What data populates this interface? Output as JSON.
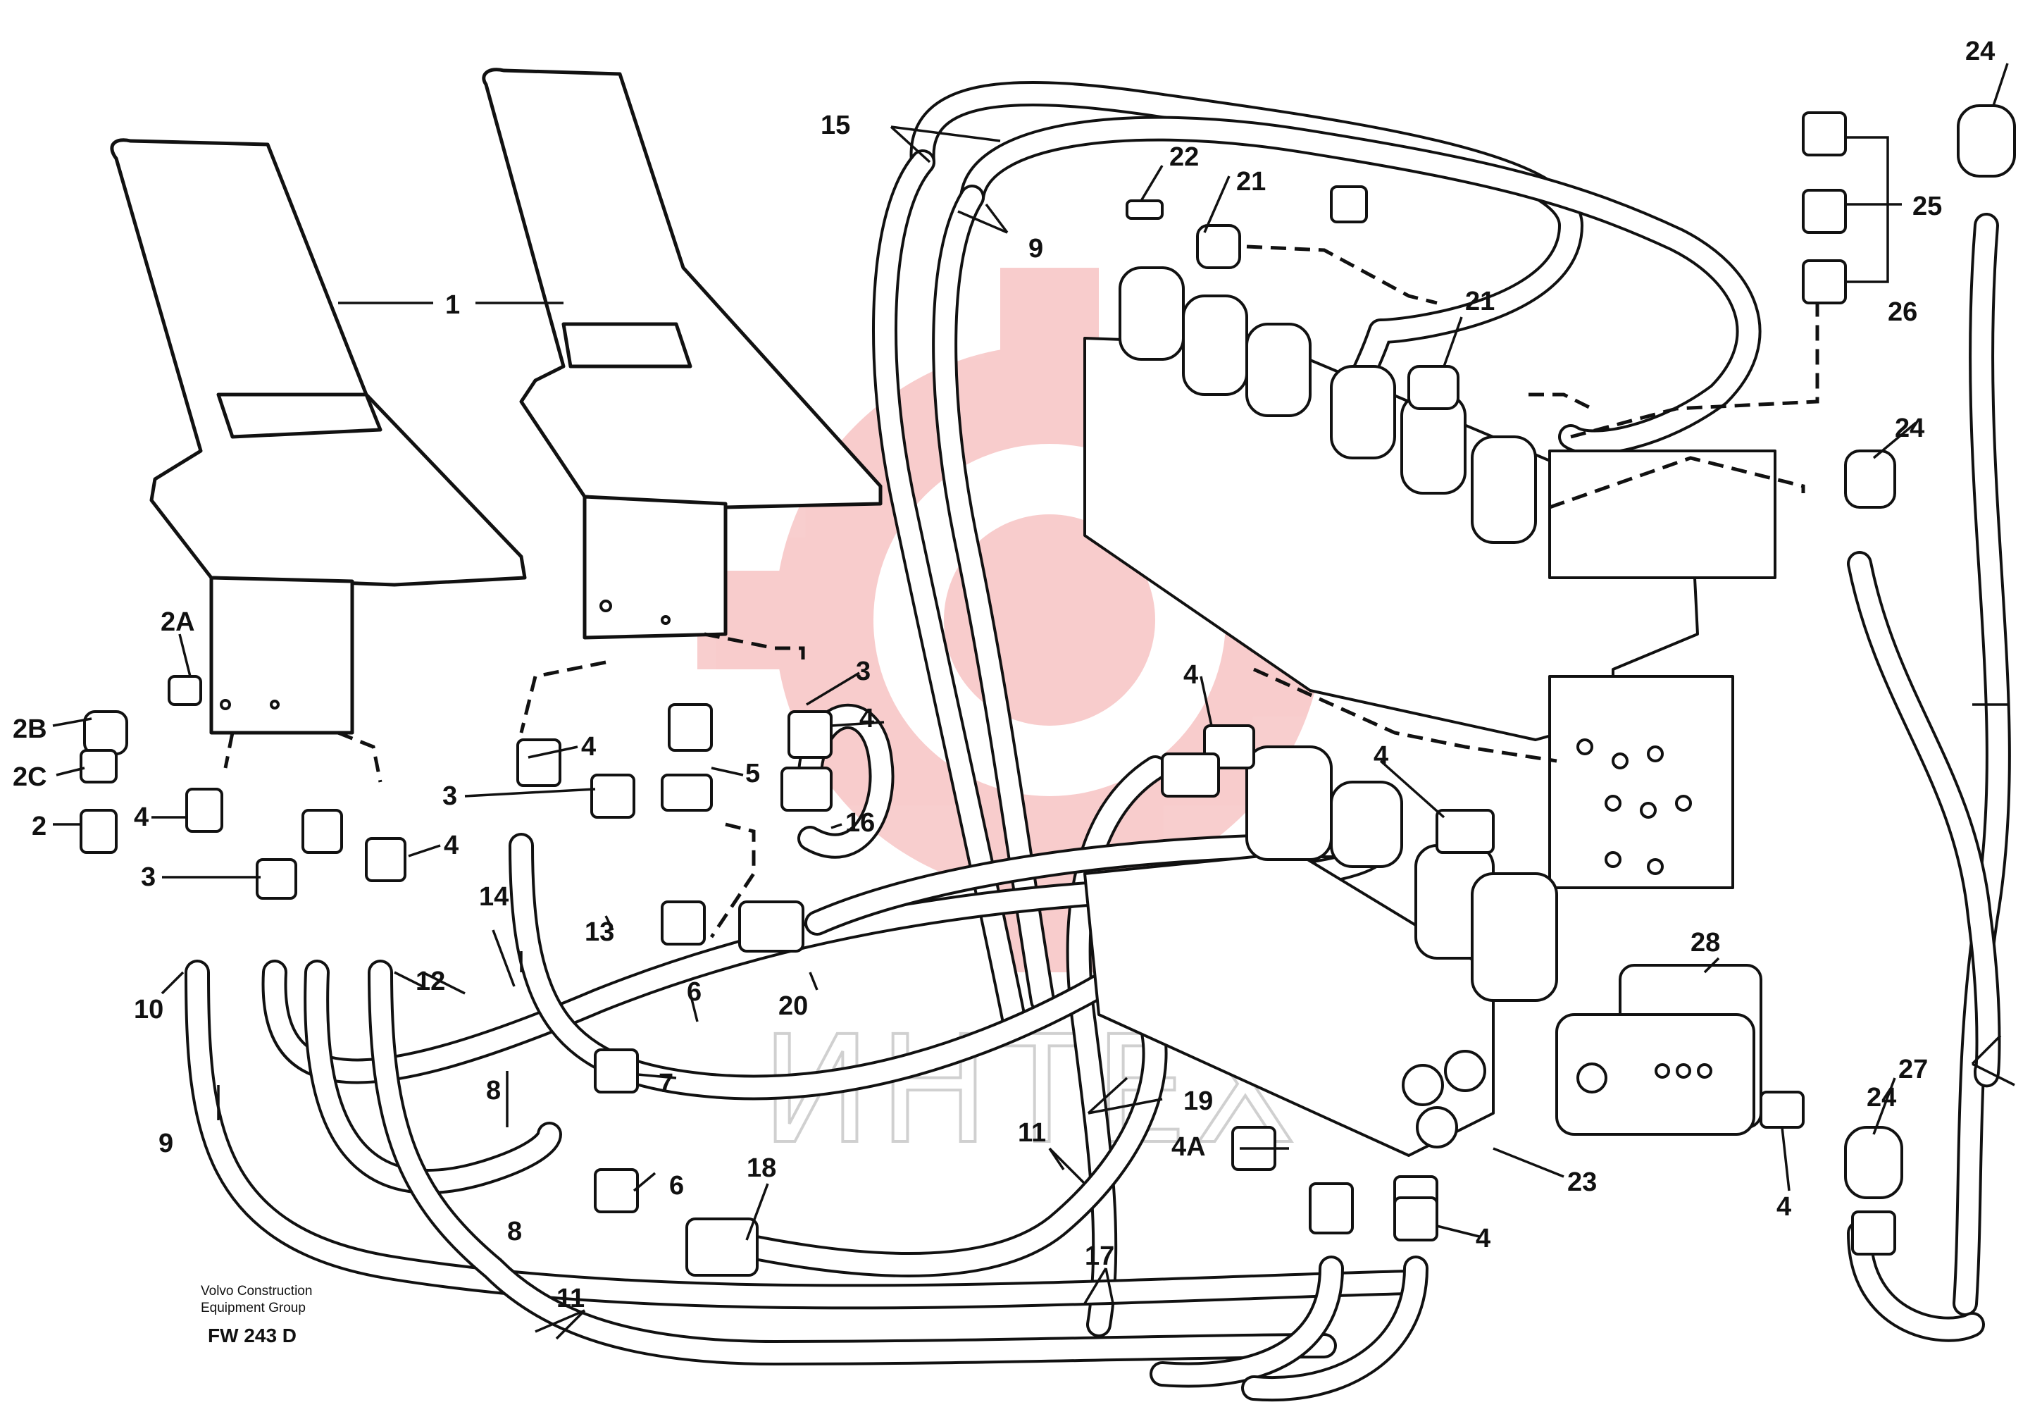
{
  "drawing": {
    "credit_line1": "Volvo Construction",
    "credit_line2": "Equipment Group",
    "code": "FW 243 D"
  },
  "watermark": {
    "text": "ИНТЕХ",
    "color": "#e01e1e"
  },
  "labels": {
    "l1": "1",
    "l2": "2",
    "l2a": "2A",
    "l2b": "2B",
    "l2c": "2C",
    "l3a": "3",
    "l3b": "3",
    "l3c": "3",
    "l4a": "4",
    "l4b": "4",
    "l4c": "4",
    "l4d": "4",
    "l4e": "4",
    "l4f": "4",
    "l4g": "4",
    "l4h": "4",
    "l4a2": "4A",
    "l5": "5",
    "l6a": "6",
    "l6b": "6",
    "l7": "7",
    "l8a": "8",
    "l8b": "8",
    "l9a": "9",
    "l9b": "9",
    "l10": "10",
    "l11a": "11",
    "l11b": "11",
    "l12": "12",
    "l13": "13",
    "l14": "14",
    "l15": "15",
    "l16": "16",
    "l17": "17",
    "l18": "18",
    "l19": "19",
    "l20": "20",
    "l21a": "21",
    "l21b": "21",
    "l22": "22",
    "l23": "23",
    "l24a": "24",
    "l24b": "24",
    "l24c": "24",
    "l25": "25",
    "l26": "26",
    "l27": "27",
    "l28": "28"
  }
}
